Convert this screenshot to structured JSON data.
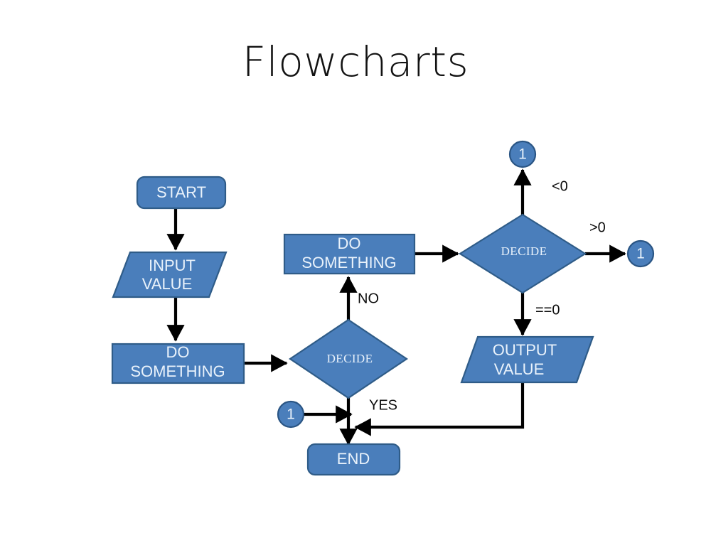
{
  "slide": {
    "title": "Flowcharts",
    "background_color": "#ffffff"
  },
  "theme": {
    "shape_fill": "#4a7ebb",
    "shape_border": "#2f5c88",
    "shape_text": "#e9f2fb",
    "connector_color": "#000000",
    "label_text": "#0d0d0d"
  },
  "nodes": {
    "start": {
      "label": "START",
      "type": "terminator"
    },
    "input_value": {
      "label_line1": "INPUT",
      "label_line2": "VALUE",
      "type": "io-parallelogram"
    },
    "do_something_left": {
      "label_line1": "DO",
      "label_line2": "SOMETHING",
      "type": "process"
    },
    "decide_left": {
      "label": "DECIDE",
      "type": "decision"
    },
    "do_something_top": {
      "label_line1": "DO",
      "label_line2": "SOMETHING",
      "type": "process"
    },
    "decide_right": {
      "label": "DECIDE",
      "type": "decision"
    },
    "output_value": {
      "label_line1": "OUTPUT",
      "label_line2": "VALUE",
      "type": "io-parallelogram"
    },
    "end": {
      "label": "END",
      "type": "terminator"
    },
    "connector_top": {
      "label": "1",
      "type": "off-page-connector"
    },
    "connector_right": {
      "label": "1",
      "type": "off-page-connector"
    },
    "connector_bottom_left": {
      "label": "1",
      "type": "off-page-connector"
    }
  },
  "edge_labels": {
    "no": "NO",
    "yes": "YES",
    "less_than_zero": "<0",
    "greater_than_zero": ">0",
    "equals_zero": "==0"
  }
}
